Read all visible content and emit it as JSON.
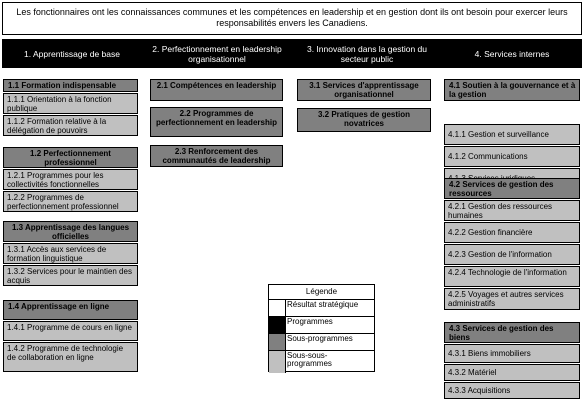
{
  "strategic_outcome": "Les fonctionnaires ont les connaissances communes et les compétences en leadership et en gestion dont ils ont besoin pour exercer leurs responsabilités envers les Canadiens.",
  "columns": [
    {
      "title": "1. Apprentissage de base"
    },
    {
      "title": "2. Perfectionnement en leadership organisationnel"
    },
    {
      "title": "3. Innovation dans la gestion du secteur public"
    },
    {
      "title": "4. Services internes"
    }
  ],
  "col1": [
    {
      "title": "1.1 Formation indispensable",
      "subs": [
        "1.1.1 Orientation à la fonction publique",
        "1.1.2 Formation relative à la délégation de pouvoirs"
      ]
    },
    {
      "title": "1.2 Perfectionnement professionnel",
      "subs": [
        "1.2.1 Programmes pour les collectivités fonctionnelles",
        "1.2.2 Programmes de perfectionnement professionnel"
      ]
    },
    {
      "title": "1.3 Apprentissage des langues officielles",
      "subs": [
        "1.3.1 Accès aux services de formation linguistique",
        "1.3.2 Services pour le maintien des acquis"
      ]
    },
    {
      "title": "1.4 Apprentissage en ligne",
      "subs": [
        "1.4.1 Programme de cours en ligne",
        "1.4.2 Programme de technologie de collaboration en ligne"
      ]
    }
  ],
  "col2": [
    {
      "title": "2.1 Compétences en leadership"
    },
    {
      "title": "2.2 Programmes de perfectionnement en leadership"
    },
    {
      "title": "2.3 Renforcement des communautés de leadership"
    }
  ],
  "col3": [
    {
      "title": "3.1 Services d'apprentissage organisationnel"
    },
    {
      "title": "3.2 Pratiques de gestion novatrices"
    }
  ],
  "col4": [
    {
      "title": "4.1 Soutien à la gouvernance et à la gestion",
      "subs": [
        "4.1.1 Gestion et surveillance",
        "4.1.2 Communications",
        "4.1.3 Services juridiques"
      ]
    },
    {
      "title": "4.2 Services de gestion des ressources",
      "subs": [
        "4.2.1 Gestion des ressources humaines",
        "4.2.2 Gestion financière",
        "4.2.3 Gestion de l'information",
        "4.2.4 Technologie de l'information",
        "4.2.5 Voyages et autres services administratifs"
      ]
    },
    {
      "title": "4.3 Services de gestion des biens",
      "subs": [
        "4.3.1 Biens immobiliers",
        "4.3.2 Matériel",
        "4.3.3 Acquisitions"
      ]
    }
  ],
  "legend": {
    "title": "Légende",
    "items": [
      {
        "label": "Résultat stratégique",
        "color": "#ffffff"
      },
      {
        "label": "Programmes",
        "color": "#000000"
      },
      {
        "label": "Sous-programmes",
        "color": "#808080"
      },
      {
        "label": "Sous-sous-programmes",
        "color": "#c0c0c0"
      }
    ]
  }
}
